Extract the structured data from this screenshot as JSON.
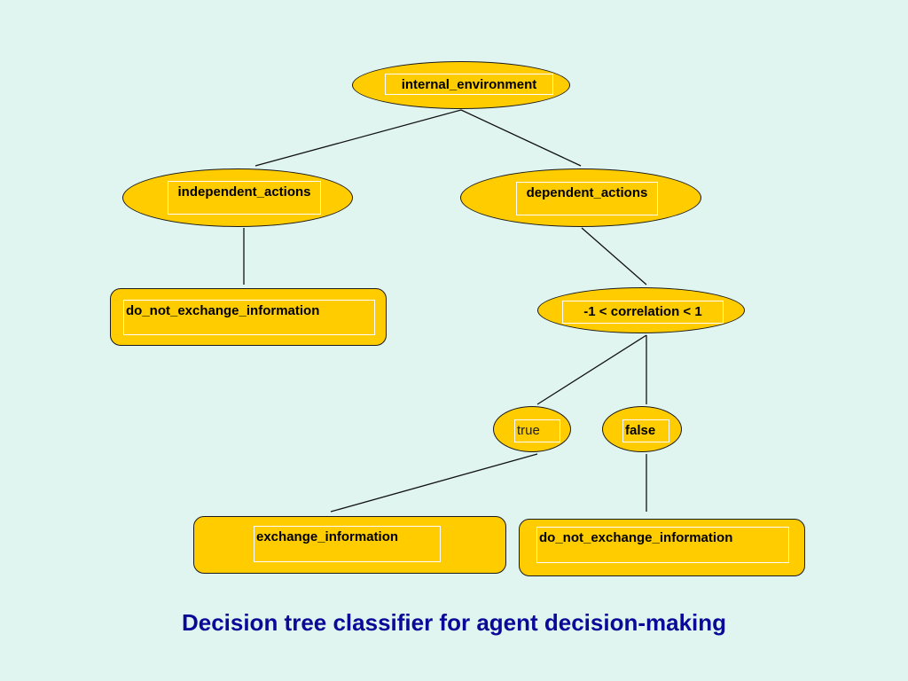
{
  "nodes": {
    "root": "internal_environment",
    "independent": "independent_actions",
    "dependent": "dependent_actions",
    "leaf_independent": "do_not_exchange_information",
    "correlation": "-1 < correlation < 1",
    "branch_true": "true",
    "branch_false": "false",
    "leaf_true": "exchange_information",
    "leaf_false": "do_not_exchange_information"
  },
  "caption": "Decision tree classifier for agent decision-making",
  "colors": {
    "background": "#e0f5ef",
    "node_fill": "#ffcc00",
    "caption_text": "#0a0a99"
  }
}
